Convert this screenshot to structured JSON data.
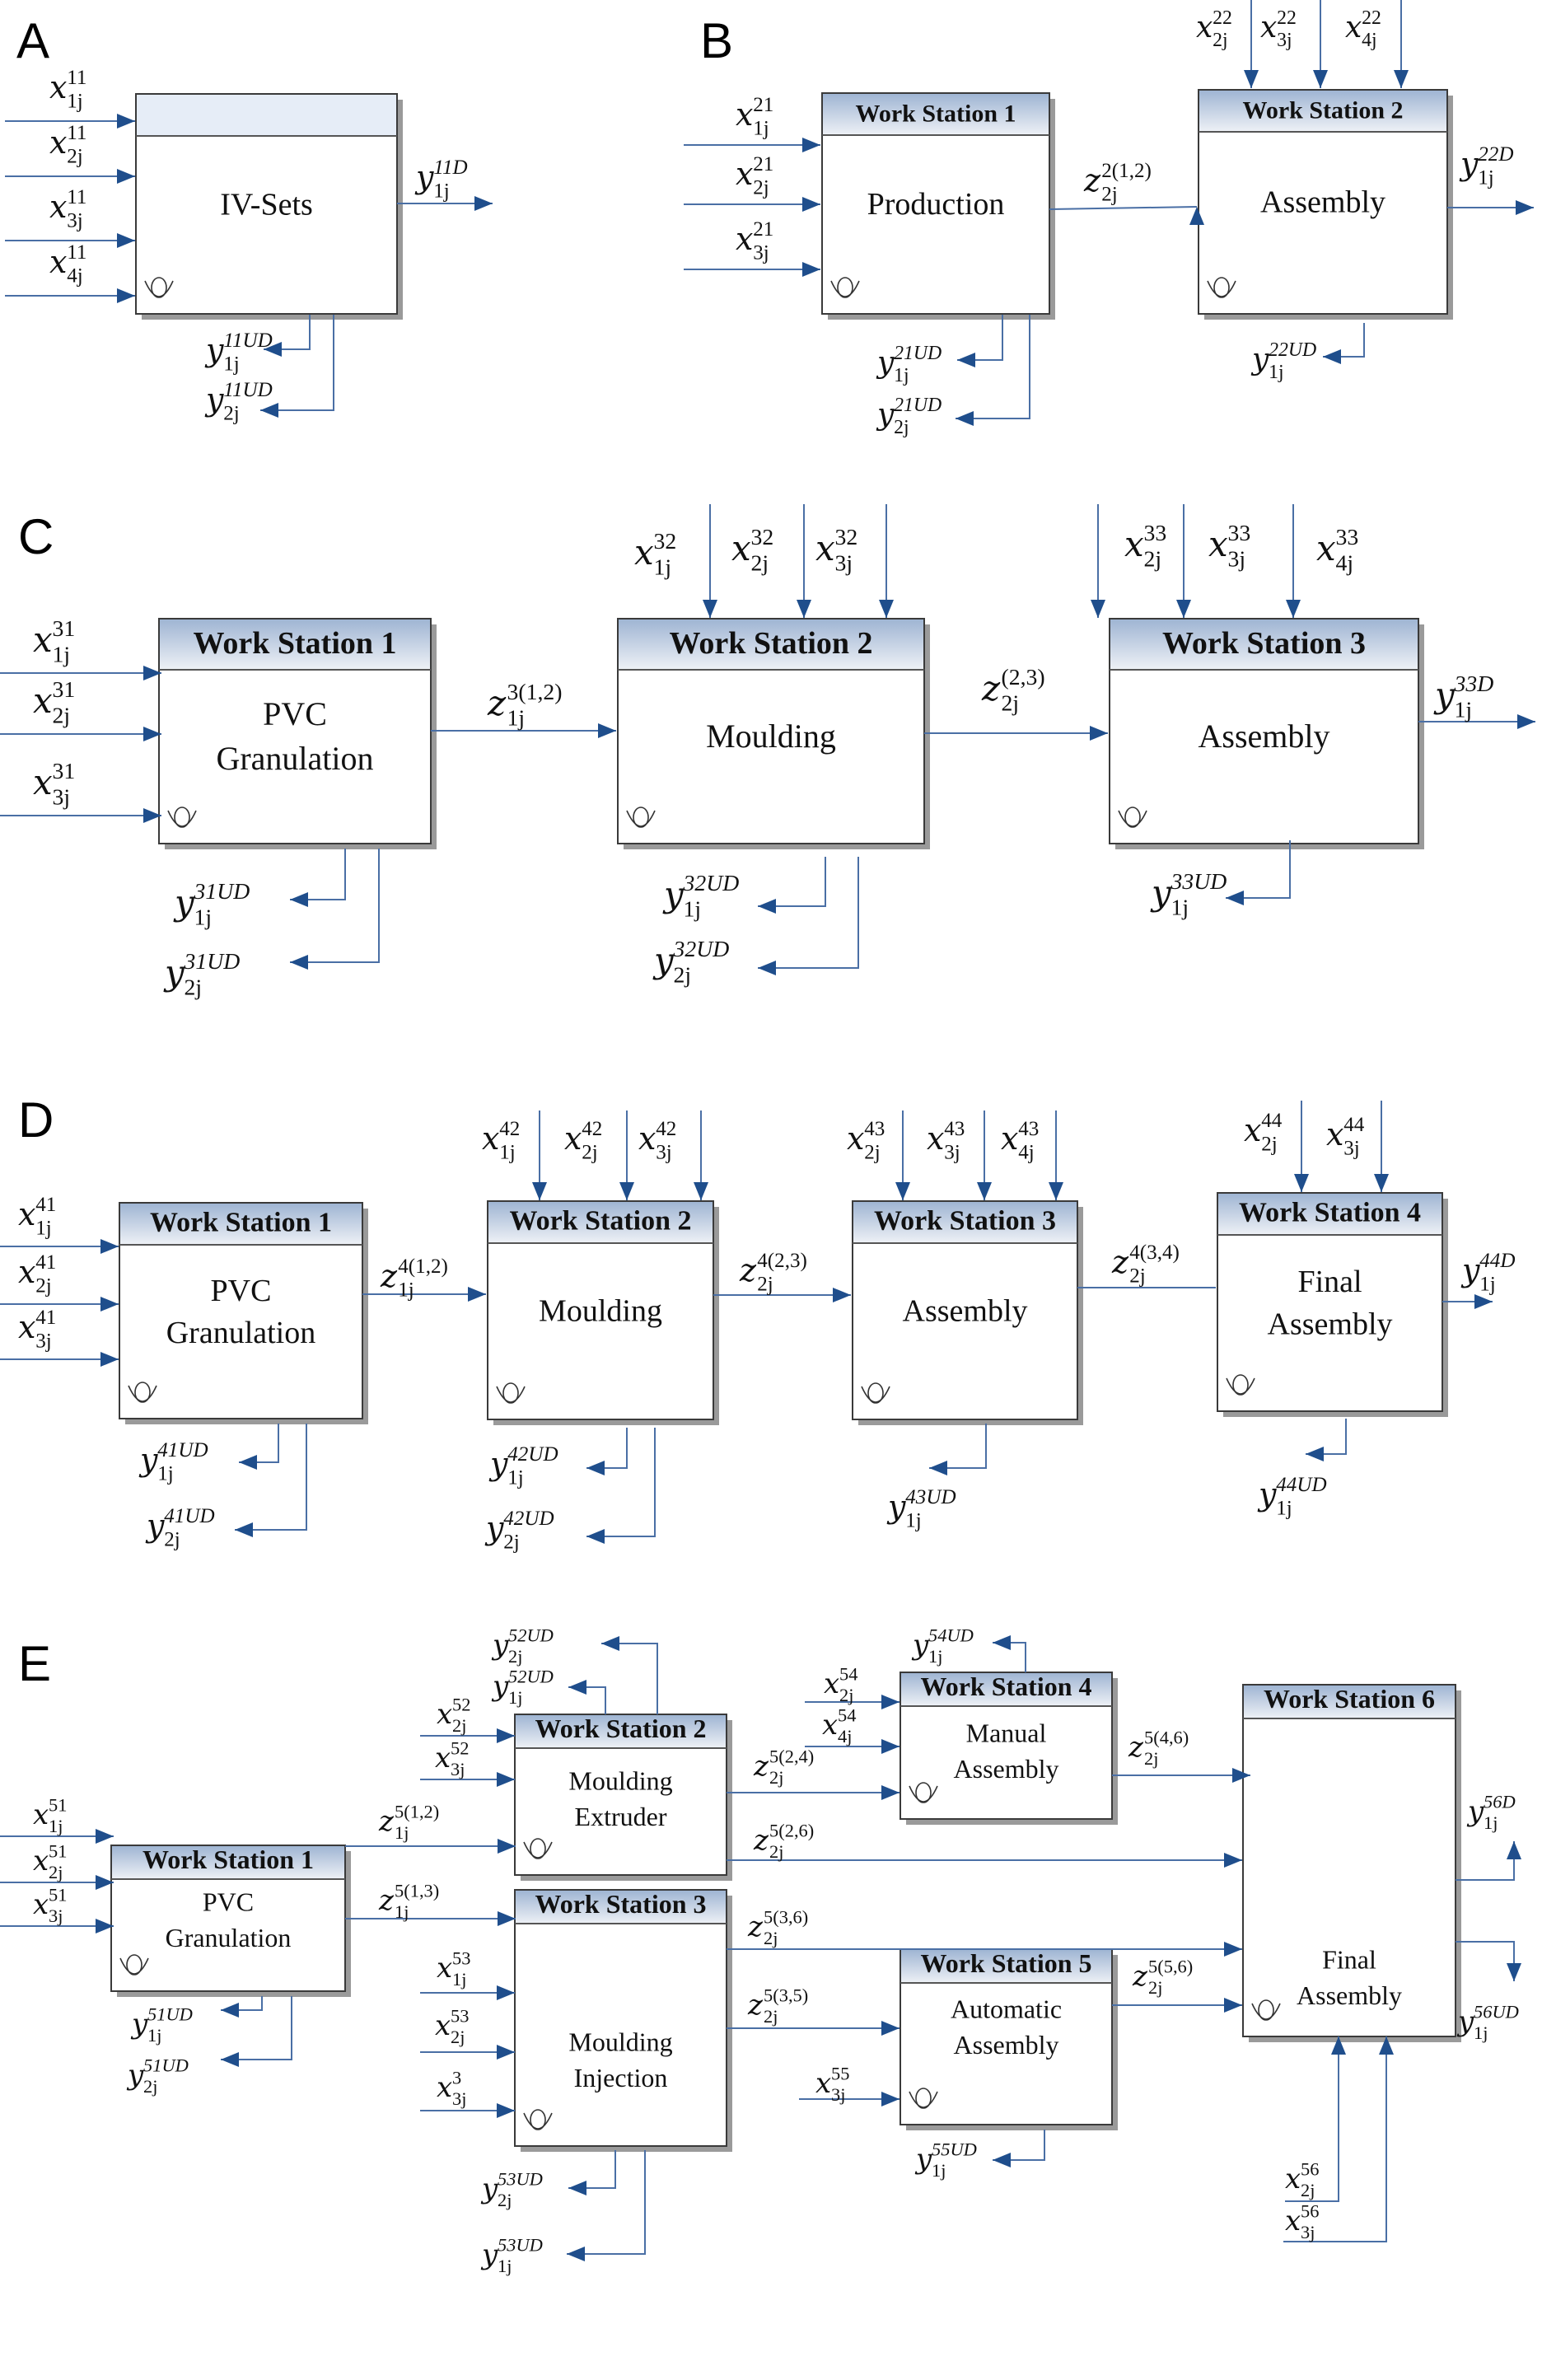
{
  "colors": {
    "arrow": "#1f4e8c",
    "line": "#4a6fa5",
    "header_top": "#9fb5d3",
    "header_bottom": "#eef1f6",
    "box_border": "#3a3a3a"
  },
  "panels": [
    {
      "letter": "A",
      "stations": [
        {
          "id": "A1",
          "title": "",
          "body": [
            "IV-Sets"
          ]
        }
      ],
      "labels": [
        {
          "base": "x",
          "sub": "1j",
          "sup": "11"
        },
        {
          "base": "x",
          "sub": "2j",
          "sup": "11"
        },
        {
          "base": "x",
          "sub": "3j",
          "sup": "11"
        },
        {
          "base": "x",
          "sub": "4j",
          "sup": "11"
        },
        {
          "base": "y",
          "sub": "1j",
          "sup": "11D"
        },
        {
          "base": "y",
          "sub": "1j",
          "sup": "11UD"
        },
        {
          "base": "y",
          "sub": "2j",
          "sup": "11UD"
        }
      ]
    },
    {
      "letter": "B",
      "stations": [
        {
          "id": "B1",
          "title": "Work Station 1",
          "body": [
            "Production"
          ]
        },
        {
          "id": "B2",
          "title": "Work Station 2",
          "body": [
            "Assembly"
          ]
        }
      ],
      "labels": [
        {
          "base": "x",
          "sub": "1j",
          "sup": "21"
        },
        {
          "base": "x",
          "sub": "2j",
          "sup": "21"
        },
        {
          "base": "x",
          "sub": "3j",
          "sup": "21"
        },
        {
          "base": "z",
          "sub": "2j",
          "sup": "2(1,2)"
        },
        {
          "base": "x",
          "sub": "2j",
          "sup": "22"
        },
        {
          "base": "x",
          "sub": "3j",
          "sup": "22"
        },
        {
          "base": "x",
          "sub": "4j",
          "sup": "22"
        },
        {
          "base": "y",
          "sub": "1j",
          "sup": "22D"
        },
        {
          "base": "y",
          "sub": "1j",
          "sup": "21UD"
        },
        {
          "base": "y",
          "sub": "2j",
          "sup": "21UD"
        },
        {
          "base": "y",
          "sub": "1j",
          "sup": "22UD"
        }
      ]
    },
    {
      "letter": "C",
      "stations": [
        {
          "id": "C1",
          "title": "Work Station 1",
          "body": [
            "PVC",
            "Granulation"
          ]
        },
        {
          "id": "C2",
          "title": "Work Station 2",
          "body": [
            "Moulding"
          ]
        },
        {
          "id": "C3",
          "title": "Work Station 3",
          "body": [
            "Assembly"
          ]
        }
      ],
      "labels": [
        {
          "base": "x",
          "sub": "1j",
          "sup": "31"
        },
        {
          "base": "x",
          "sub": "2j",
          "sup": "31"
        },
        {
          "base": "x",
          "sub": "3j",
          "sup": "31"
        },
        {
          "base": "z",
          "sub": "1j",
          "sup": "3(1,2)"
        },
        {
          "base": "x",
          "sub": "1j",
          "sup": "32"
        },
        {
          "base": "x",
          "sub": "2j",
          "sup": "32"
        },
        {
          "base": "x",
          "sub": "3j",
          "sup": "32"
        },
        {
          "base": "z",
          "sub": "2j",
          "sup": "(2,3)"
        },
        {
          "base": "x",
          "sub": "2j",
          "sup": "33"
        },
        {
          "base": "x",
          "sub": "3j",
          "sup": "33"
        },
        {
          "base": "x",
          "sub": "4j",
          "sup": "33"
        },
        {
          "base": "y",
          "sub": "1j",
          "sup": "33D"
        },
        {
          "base": "y",
          "sub": "1j",
          "sup": "31UD"
        },
        {
          "base": "y",
          "sub": "2j",
          "sup": "31UD"
        },
        {
          "base": "y",
          "sub": "1j",
          "sup": "32UD"
        },
        {
          "base": "y",
          "sub": "2j",
          "sup": "32UD"
        },
        {
          "base": "y",
          "sub": "1j",
          "sup": "33UD"
        }
      ]
    },
    {
      "letter": "D",
      "stations": [
        {
          "id": "D1",
          "title": "Work Station 1",
          "body": [
            "PVC",
            "Granulation"
          ]
        },
        {
          "id": "D2",
          "title": "Work Station 2",
          "body": [
            "Moulding"
          ]
        },
        {
          "id": "D3",
          "title": "Work Station 3",
          "body": [
            "Assembly"
          ]
        },
        {
          "id": "D4",
          "title": "Work Station 4",
          "body": [
            "Final",
            "Assembly"
          ]
        }
      ],
      "labels": [
        {
          "base": "x",
          "sub": "1j",
          "sup": "41"
        },
        {
          "base": "x",
          "sub": "2j",
          "sup": "41"
        },
        {
          "base": "x",
          "sub": "3j",
          "sup": "41"
        },
        {
          "base": "z",
          "sub": "1j",
          "sup": "4(1,2)"
        },
        {
          "base": "x",
          "sub": "1j",
          "sup": "42"
        },
        {
          "base": "x",
          "sub": "2j",
          "sup": "42"
        },
        {
          "base": "x",
          "sub": "3j",
          "sup": "42"
        },
        {
          "base": "z",
          "sub": "2j",
          "sup": "4(2,3)"
        },
        {
          "base": "x",
          "sub": "2j",
          "sup": "43"
        },
        {
          "base": "x",
          "sub": "3j",
          "sup": "43"
        },
        {
          "base": "x",
          "sub": "4j",
          "sup": "43"
        },
        {
          "base": "z",
          "sub": "2j",
          "sup": "4(3,4)"
        },
        {
          "base": "x",
          "sub": "2j",
          "sup": "44"
        },
        {
          "base": "x",
          "sub": "3j",
          "sup": "44"
        },
        {
          "base": "y",
          "sub": "1j",
          "sup": "44D"
        },
        {
          "base": "y",
          "sub": "1j",
          "sup": "41UD"
        },
        {
          "base": "y",
          "sub": "2j",
          "sup": "41UD"
        },
        {
          "base": "y",
          "sub": "1j",
          "sup": "42UD"
        },
        {
          "base": "y",
          "sub": "2j",
          "sup": "42UD"
        },
        {
          "base": "y",
          "sub": "1j",
          "sup": "43UD"
        },
        {
          "base": "y",
          "sub": "1j",
          "sup": "44UD"
        }
      ]
    },
    {
      "letter": "E",
      "stations": [
        {
          "id": "E1",
          "title": "Work Station 1",
          "body": [
            "PVC",
            "Granulation"
          ]
        },
        {
          "id": "E2",
          "title": "Work Station 2",
          "body": [
            "Moulding",
            "Extruder"
          ]
        },
        {
          "id": "E3",
          "title": "Work Station 3",
          "body": [
            "Moulding",
            "Injection"
          ]
        },
        {
          "id": "E4",
          "title": "Work Station 4",
          "body": [
            "Manual",
            "Assembly"
          ]
        },
        {
          "id": "E5",
          "title": "Work Station 5",
          "body": [
            "Automatic",
            "Assembly"
          ]
        },
        {
          "id": "E6",
          "title": "Work Station 6",
          "body": [
            "Final",
            "Assembly"
          ]
        }
      ],
      "labels": [
        {
          "base": "x",
          "sub": "1j",
          "sup": "51"
        },
        {
          "base": "x",
          "sub": "2j",
          "sup": "51"
        },
        {
          "base": "x",
          "sub": "3j",
          "sup": "51"
        },
        {
          "base": "z",
          "sub": "1j",
          "sup": "5(1,2)"
        },
        {
          "base": "z",
          "sub": "1j",
          "sup": "5(1,3)"
        },
        {
          "base": "y",
          "sub": "1j",
          "sup": "51UD"
        },
        {
          "base": "y",
          "sub": "2j",
          "sup": "51UD"
        },
        {
          "base": "y",
          "sub": "2j",
          "sup": "52UD"
        },
        {
          "base": "y",
          "sub": "1j",
          "sup": "52UD"
        },
        {
          "base": "x",
          "sub": "2j",
          "sup": "52"
        },
        {
          "base": "x",
          "sub": "3j",
          "sup": "52"
        },
        {
          "base": "z",
          "sub": "2j",
          "sup": "5(2,4)"
        },
        {
          "base": "z",
          "sub": "2j",
          "sup": "5(2,6)"
        },
        {
          "base": "x",
          "sub": "1j",
          "sup": "53"
        },
        {
          "base": "x",
          "sub": "2j",
          "sup": "53"
        },
        {
          "base": "x",
          "sub": "3j",
          "sup": "3"
        },
        {
          "base": "y",
          "sub": "2j",
          "sup": "53UD"
        },
        {
          "base": "y",
          "sub": "1j",
          "sup": "53UD"
        },
        {
          "base": "z",
          "sub": "2j",
          "sup": "5(3,6)"
        },
        {
          "base": "z",
          "sub": "2j",
          "sup": "5(3,5)"
        },
        {
          "base": "y",
          "sub": "1j",
          "sup": "54UD"
        },
        {
          "base": "x",
          "sub": "2j",
          "sup": "54"
        },
        {
          "base": "x",
          "sub": "4j",
          "sup": "54"
        },
        {
          "base": "z",
          "sub": "2j",
          "sup": "5(4,6)"
        },
        {
          "base": "x",
          "sub": "3j",
          "sup": "55"
        },
        {
          "base": "y",
          "sub": "1j",
          "sup": "55UD"
        },
        {
          "base": "z",
          "sub": "2j",
          "sup": "5(5,6)"
        },
        {
          "base": "y",
          "sub": "1j",
          "sup": "56D"
        },
        {
          "base": "y",
          "sub": "1j",
          "sup": "56UD"
        },
        {
          "base": "x",
          "sub": "2j",
          "sup": "56"
        },
        {
          "base": "x",
          "sub": "3j",
          "sup": "56"
        }
      ]
    }
  ]
}
